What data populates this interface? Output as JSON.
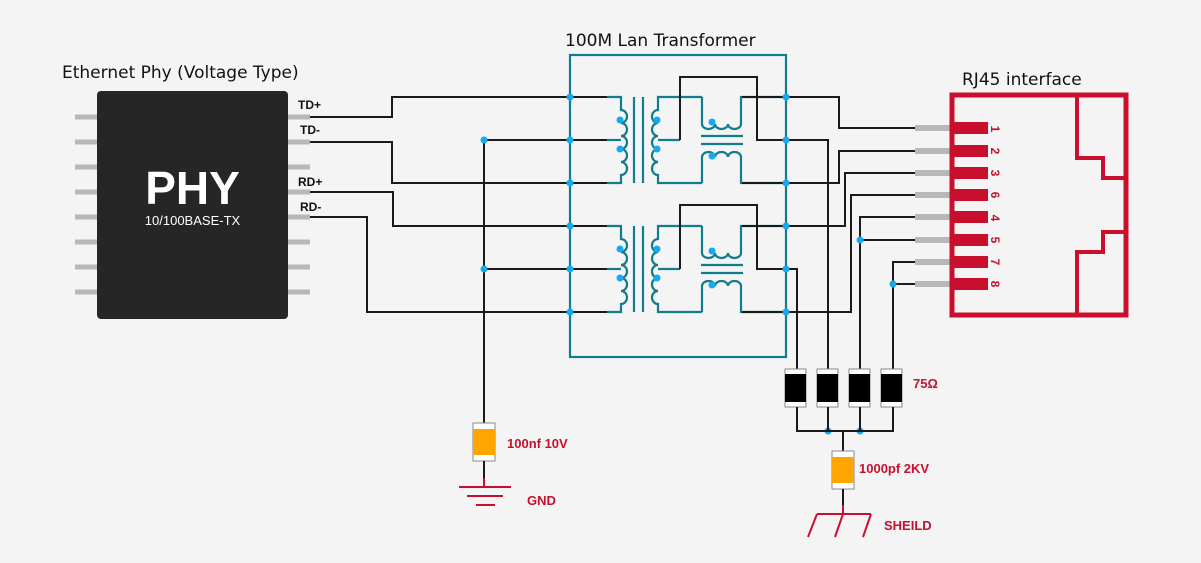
{
  "titles": {
    "phy": "Ethernet Phy (Voltage Type)",
    "transformer": "100M Lan Transformer",
    "rj45": "RJ45 interface"
  },
  "phy_chip": {
    "name": "PHY",
    "subtitle": "10/100BASE-TX",
    "pin_labels": [
      "TD+",
      "TD-",
      "RD+",
      "RD-"
    ]
  },
  "rj45": {
    "pin_numbers": [
      "1",
      "2",
      "3",
      "6",
      "4",
      "5",
      "7",
      "8"
    ]
  },
  "components": {
    "termination_resistors": "75Ω",
    "center_tap_cap": "100nf 10V",
    "shield_cap": "1000pf 2KV",
    "gnd_label": "GND",
    "shield_label": "SHEILD"
  },
  "colors": {
    "background": "#f4f4f4",
    "chip": "#262626",
    "wire": "#1a1a1a",
    "transformer": "#117c8c",
    "junction": "#14aaf0",
    "rj45": "#c8102e",
    "capacitor": "#ffa500",
    "resistor": "#000000"
  }
}
